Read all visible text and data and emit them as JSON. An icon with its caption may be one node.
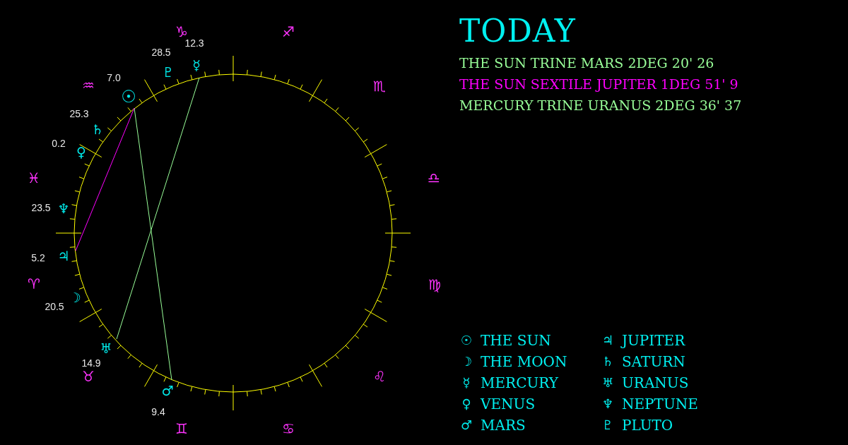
{
  "diagram": {
    "title": "TODAY",
    "nodes": [
      {
        "text": [
          "☉"
        ],
        "beside": [
          "7.0"
        ]
      },
      {
        "text": [
          "☽"
        ],
        "beside": [
          "20.5"
        ]
      },
      {
        "text": [
          "☿"
        ],
        "beside": [
          "12.3"
        ]
      },
      {
        "text": [
          "♀"
        ],
        "beside": [
          "0.2"
        ]
      },
      {
        "text": [
          "♂"
        ],
        "beside": [
          "9.4"
        ]
      },
      {
        "text": [
          "♃"
        ],
        "beside": [
          "5.2"
        ]
      },
      {
        "text": [
          "♄"
        ],
        "beside": [
          "25.3"
        ]
      },
      {
        "text": [
          "♅"
        ],
        "beside": [
          "14.9"
        ]
      },
      {
        "text": [
          "♆"
        ],
        "beside": [
          "23.5"
        ]
      },
      {
        "text": [
          "♇"
        ],
        "beside": [
          "28.5"
        ]
      }
    ],
    "edges": [
      {
        "from": 0,
        "to": 4,
        "arrow": "none"
      },
      {
        "from": 0,
        "to": 5,
        "arrow": "none",
        "color": "#ff00ff"
      },
      {
        "from": 2,
        "to": 7,
        "arrow": "none"
      }
    ],
    "labels": [
      "♈",
      "♉",
      "♊",
      "♋",
      "♌",
      "♍",
      "♎",
      "♏",
      "♐",
      "♑",
      "♒",
      "♓",
      "THE SUN TRINE MARS 2DEG 20' 26",
      "THE SUN SEXTILE JUPITER 1DEG 51' 9",
      "MERCURY TRINE URANUS 2DEG 36' 37",
      "☉",
      "☽",
      "☿",
      "♀",
      "♂",
      "♃",
      "♄",
      "♅",
      "♆",
      "♇"
    ],
    "legend": [
      {
        "text": "THE SUN"
      },
      {
        "text": "THE MOON"
      },
      {
        "text": "MERCURY"
      },
      {
        "text": "VENUS"
      },
      {
        "text": "MARS"
      },
      {
        "text": "JUPITER"
      },
      {
        "text": "SATURN"
      },
      {
        "text": "URANUS"
      },
      {
        "text": "NEPTUNE"
      },
      {
        "text": "PLUTO"
      }
    ]
  }
}
